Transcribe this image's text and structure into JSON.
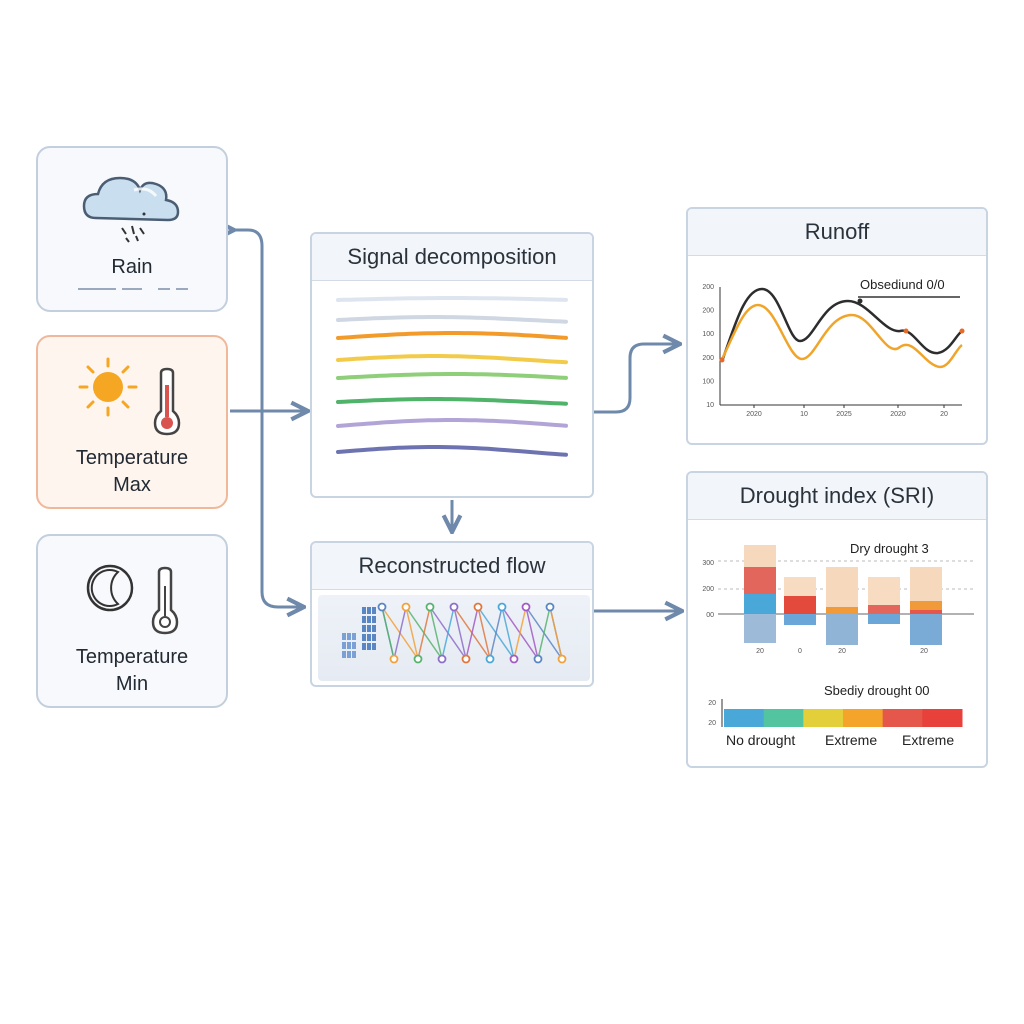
{
  "inputs": {
    "rain": {
      "label": "Rain",
      "icon": "rain-cloud-icon"
    },
    "tmax": {
      "label_line1": "Temperature",
      "label_line2": "Max",
      "icons": [
        "sun-icon",
        "thermometer-icon"
      ]
    },
    "tmin": {
      "label_line1": "Temperature",
      "label_line2": "Min",
      "icons": [
        "moon-icon",
        "thermometer-icon"
      ]
    }
  },
  "decomposition": {
    "title": "Signal decomposition",
    "component_colors": [
      "#dfe5ee",
      "#cfd7e3",
      "#f39b2a",
      "#f3cb4a",
      "#8fcf7a",
      "#4fb36a",
      "#b3a4d8",
      "#6c73b0"
    ]
  },
  "reconstruction": {
    "title": "Reconstructed flow"
  },
  "runoff": {
    "title": "Runoff",
    "legend": "Obsediund 0/0",
    "y_ticks": [
      "200",
      "200",
      "100",
      "200",
      "100",
      "10"
    ],
    "x_ticks": [
      "2020",
      "10",
      "2025",
      "2020",
      "20"
    ]
  },
  "drought": {
    "title": "Drought index (SRI)",
    "legend": "Dry drought 3",
    "y_ticks": [
      "300",
      "200",
      "00"
    ],
    "x_ticks": [
      "20",
      "0",
      "20",
      "20"
    ],
    "severity_label": "Sbediy drought 00",
    "severity_ticks": [
      "20",
      "20"
    ],
    "categories": [
      "No drought",
      "Extreme",
      "Extreme"
    ],
    "scale_colors": [
      "#4aa8d8",
      "#52c4a0",
      "#e3cf3a",
      "#f4a42a",
      "#e4574a",
      "#e8403a"
    ]
  },
  "colors": {
    "arrow": "#6f89ab",
    "card_border": "#c3cfdd",
    "warm_border": "#f0b89a"
  }
}
